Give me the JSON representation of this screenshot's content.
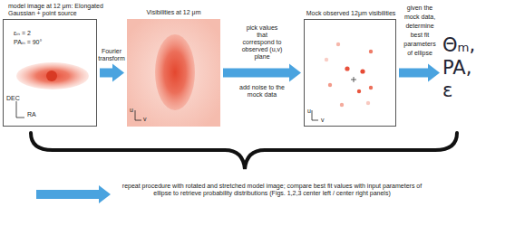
{
  "diagram": {
    "nodes": [
      {
        "text": [
          "model image at 12 μm: Elongated Gaussian + point source",
          "εᵢₙ = 2",
          "PAᵢₙ = 90°",
          "DEC",
          "RA"
        ]
      },
      {
        "text": [
          "Visibilities at 12 μm",
          "u",
          "v"
        ]
      },
      {
        "text": [
          "Mock observed 12μm visibilities",
          "u",
          "v"
        ]
      },
      {
        "text": [
          "Θₘ, PA, ε"
        ]
      }
    ],
    "edges": [
      {
        "from": 0,
        "to": 1,
        "arrow": "to",
        "label": "Fourier transform"
      },
      {
        "from": 1,
        "to": 2,
        "arrow": "to",
        "label": "pick values that correspond to observed (u,v) plane"
      },
      {
        "from": 2,
        "to": 3,
        "arrow": "to",
        "label": "given the mock data, determine best fit parameters of ellipse"
      }
    ],
    "labels": [
      "add noise to the mock data",
      "repeat procedure with rotated and stretched model image; compare best fit values with input parameters of ellipse to retrieve probability distributions (Figs. 1,2,3 center left / center right panels)"
    ]
  }
}
